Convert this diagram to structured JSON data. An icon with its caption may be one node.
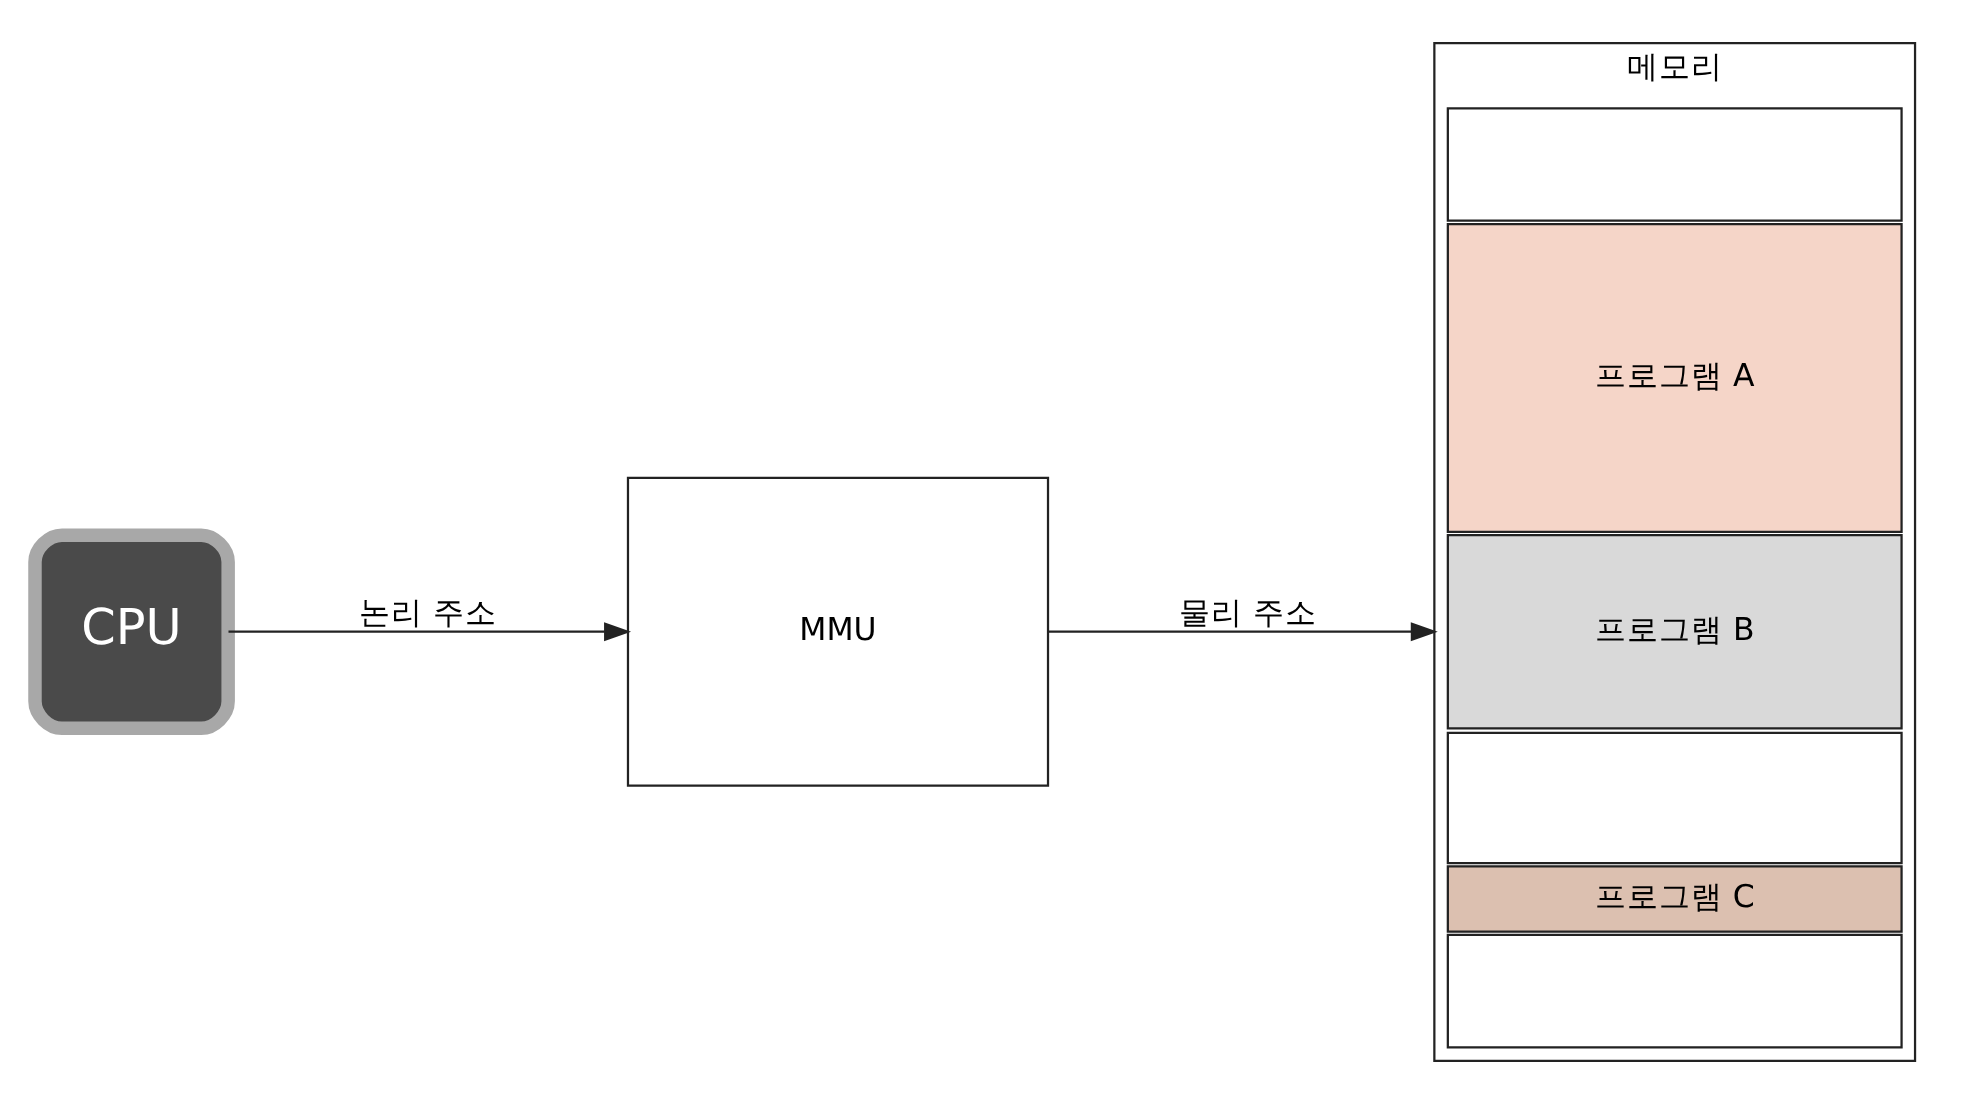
{
  "diagram": {
    "nodes": [
      {
        "text": [
          "CPU"
        ]
      },
      {
        "text": [
          "MMU"
        ]
      },
      {
        "text": [
          "메모리"
        ]
      },
      {
        "text": [],
        "shape": "box",
        "in": 2
      },
      {
        "text": [
          "프로그램 A"
        ],
        "in": 2
      },
      {
        "text": [
          "프로그램 B"
        ],
        "in": 2
      },
      {
        "text": [],
        "shape": "box",
        "in": 2
      },
      {
        "text": [
          "프로그램 C"
        ],
        "in": 2
      },
      {
        "text": [],
        "shape": "box",
        "in": 2
      }
    ],
    "edges": [
      {
        "from": 0,
        "to": 1,
        "arrow": "to",
        "label": "논리 주소"
      },
      {
        "from": 1,
        "to": 2,
        "arrow": "to",
        "label": "물리 주소"
      }
    ]
  }
}
